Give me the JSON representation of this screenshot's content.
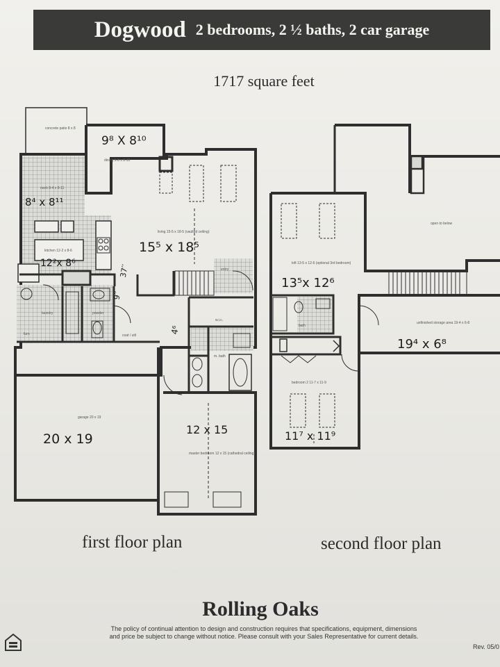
{
  "header": {
    "model_name": "Dogwood",
    "model_summary": "2 bedrooms, 2 ½ baths, 2 car garage",
    "square_feet": "1717 square feet"
  },
  "first_floor": {
    "caption": "first floor plan",
    "rooms": {
      "patio": "concrete patio 8 x 8",
      "dining": "dining 9-8 x 8-10",
      "nook": "nook 8-4 x 8-11",
      "kitchen": "kitchen 12-2 x 8-6",
      "living": "living 15-5 x 18-5 (vaulted ceiling)",
      "garage": "garage 20 x 19",
      "master_bedroom": "master bedroom 12 x 15 (cathedral ceiling)",
      "master_bath": "m. bath",
      "walk_in_closet": "w.i.c.",
      "laundry": "laundry",
      "powder": "powder",
      "entry": "entry",
      "coat_closet": "coat / util",
      "furn": "furn"
    },
    "handwritten": {
      "dining": "9⁸ X 8¹⁰",
      "nook": "8⁴ x 8¹¹",
      "kitchen": "12²x 8⁶",
      "living": "15⁵ x 18⁵",
      "stair_note": "37′′",
      "hall_note": "9′′",
      "closet_note": "4⁶",
      "master": "12 x 15",
      "garage": "20 x 19"
    }
  },
  "second_floor": {
    "caption": "second floor plan",
    "rooms": {
      "loft": "loft 13-5 x 12-6 (optional 3rd bedroom)",
      "open_below": "open to below",
      "storage": "unfinished storage area 19-4 x 6-8",
      "bedroom2": "bedroom 2 11-7 x 11-9",
      "bath": "bath"
    },
    "handwritten": {
      "loft": "13⁵x 12⁶",
      "storage": "19⁴ x 6⁸",
      "bedroom2": "11⁷ x 11⁹"
    }
  },
  "footer": {
    "brand": "Rolling Oaks",
    "policy_line1": "The policy of continual attention to design and construction requires that specifications, equipment, dimensions",
    "policy_line2": "and price be subject to change without notice.  Please consult with your Sales Representative for current details.",
    "revision": "Rev. 05/0"
  },
  "colors": {
    "banner": "#3a3a38",
    "wall": "#2e2e2e",
    "paper": "#ecebe7"
  }
}
